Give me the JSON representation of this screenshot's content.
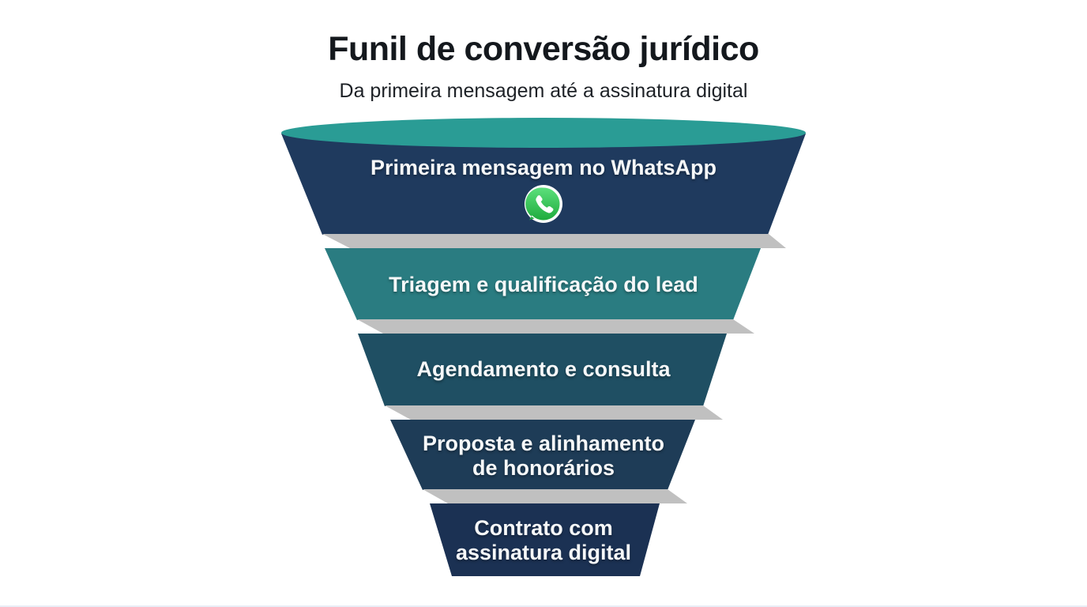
{
  "title": "Funil de conversão jurídico",
  "subtitle": "Da primeira mensagem até a assinatura digital",
  "colors": {
    "background": "#ffffff",
    "title_text": "#14181d",
    "label_text": "#f6f8f9",
    "separator_band": "#c0c0c0",
    "funnel_top_ellipse": "#2a9c95",
    "whatsapp_green_light": "#5ce07c",
    "whatsapp_green_dark": "#1fab3d",
    "whatsapp_ring": "#ffffff"
  },
  "funnel": {
    "stages": [
      {
        "label": "Primeira mensagem no WhatsApp",
        "color": "#1f3a5e",
        "icon": "whatsapp-icon"
      },
      {
        "label": "Triagem e qualificação do lead",
        "color": "#2a7c81"
      },
      {
        "label": "Agendamento e consulta",
        "color": "#1f4f63"
      },
      {
        "label": "Proposta e alinhamento\nde honorários",
        "color": "#1e3c57"
      },
      {
        "label": "Contrato com\nassinatura digital",
        "color": "#1b3153"
      }
    ]
  }
}
